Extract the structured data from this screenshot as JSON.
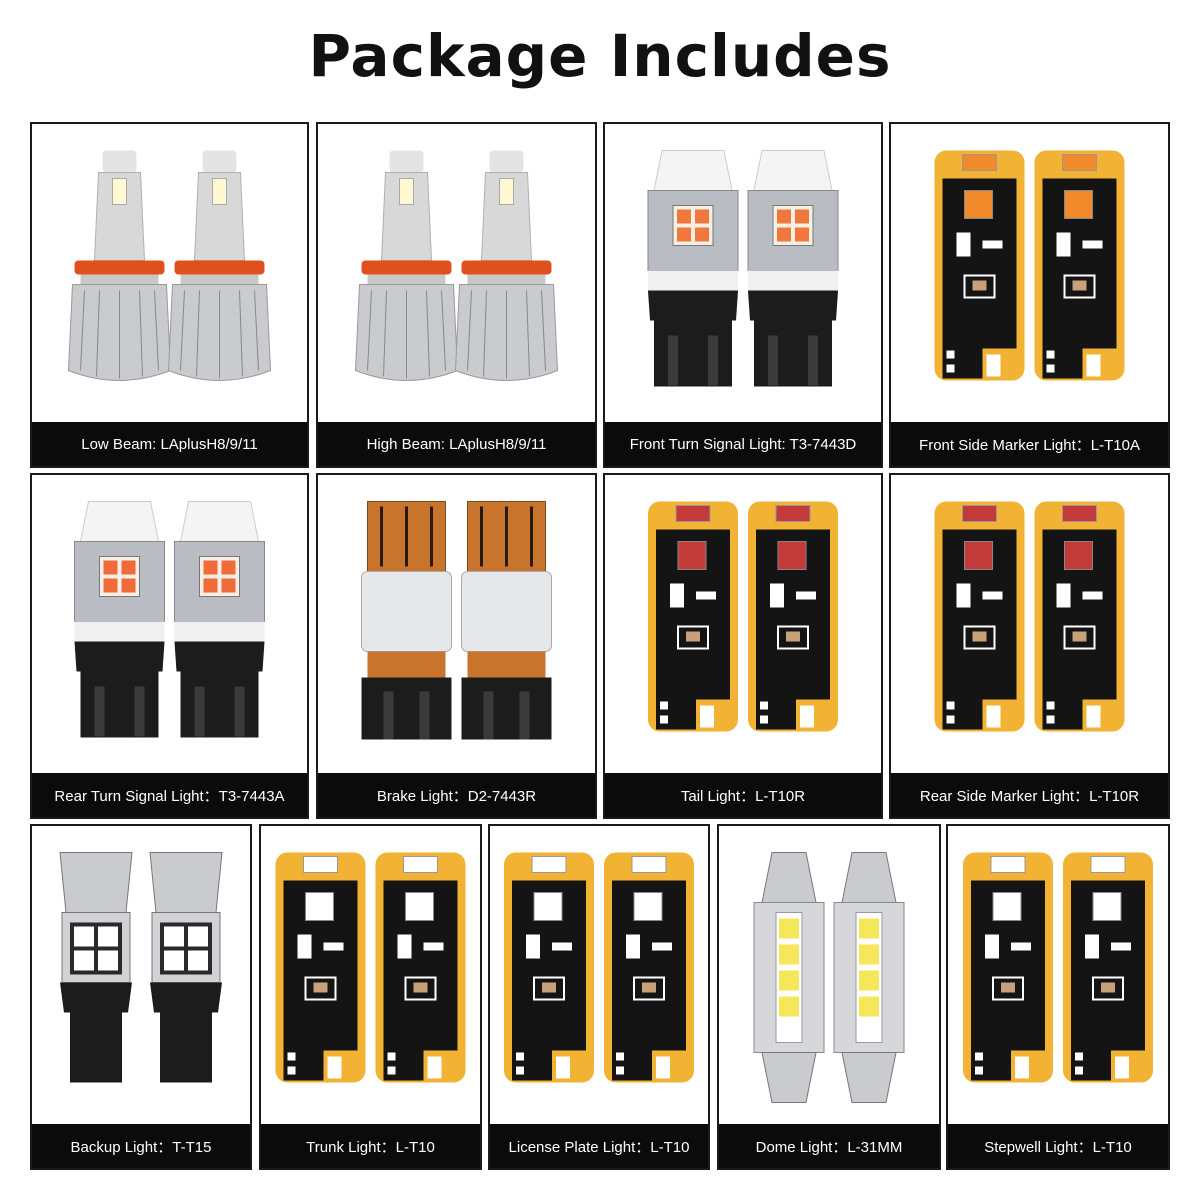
{
  "title": "Package Includes",
  "items": [
    {
      "label": "Low Beam: LAplusH8/9/11",
      "kind": "headlight",
      "accent": "#e0501e"
    },
    {
      "label": "High Beam: LAplusH8/9/11",
      "kind": "headlight",
      "accent": "#e0501e"
    },
    {
      "label": "Front Turn Signal Light: T3-7443D",
      "kind": "turnsignal",
      "accent": "#f0783c"
    },
    {
      "label": "Front Side Marker Light：L-T10A",
      "kind": "t10",
      "accent": "#f08a2a"
    },
    {
      "label": "Rear Turn Signal Light：T3-7443A",
      "kind": "turnsignal",
      "accent": "#f06a3a"
    },
    {
      "label": "Brake Light：D2-7443R",
      "kind": "brake",
      "accent": "#c8742c"
    },
    {
      "label": "Tail Light：L-T10R",
      "kind": "t10",
      "accent": "#c23a3a"
    },
    {
      "label": "Rear Side Marker Light：L-T10R",
      "kind": "t10",
      "accent": "#c23a3a"
    },
    {
      "label": "Backup Light：T-T15",
      "kind": "backup",
      "accent": "#ffffff"
    },
    {
      "label": "Trunk Light：L-T10",
      "kind": "t10",
      "accent": "#ffffff"
    },
    {
      "label": "License Plate Light：L-T10",
      "kind": "t10",
      "accent": "#ffffff"
    },
    {
      "label": "Dome Light：L-31MM",
      "kind": "dome",
      "accent": "#ffffff"
    },
    {
      "label": "Stepwell Light：L-T10",
      "kind": "t10",
      "accent": "#ffffff"
    }
  ],
  "colors": {
    "board_gold": "#f2b233",
    "board_black": "#141414",
    "chrome": "#c9cbcf",
    "base_black": "#1c1c1c"
  }
}
